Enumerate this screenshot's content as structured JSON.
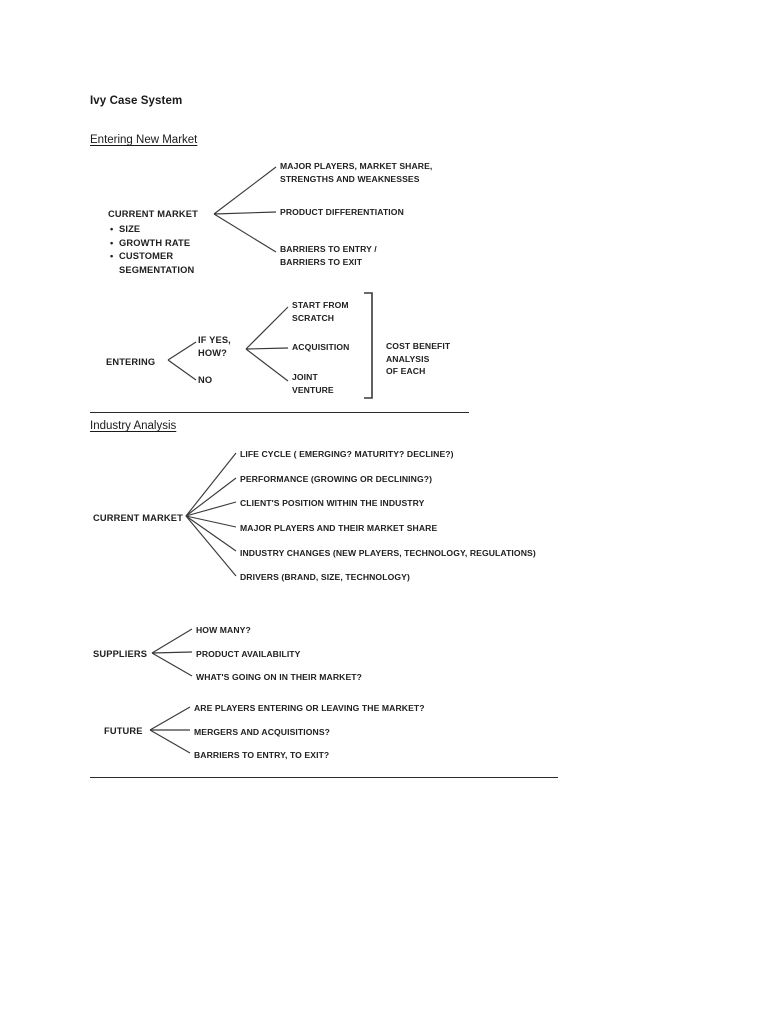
{
  "document": {
    "title": "Ivy Case System"
  },
  "sections": [
    {
      "heading": "Entering New Market",
      "diagrams": [
        {
          "root": "CURRENT MARKET",
          "bullets": [
            "SIZE",
            "GROWTH RATE",
            "CUSTOMER",
            "SEGMENTATION"
          ],
          "branches": [
            "MAJOR PLAYERS, MARKET SHARE, STRENGTHS AND WEAKNESSES",
            "PRODUCT DIFFERENTIATION",
            "BARRIERS TO ENTRY / BARRIERS TO EXIT"
          ]
        },
        {
          "root": "ENTERING",
          "branches": [
            "IF YES, HOW?",
            "NO"
          ],
          "sub_branches": [
            "START FROM SCRATCH",
            "ACQUISITION",
            "JOINT VENTURE"
          ],
          "group_label": "COST BENEFIT ANALYSIS OF EACH"
        }
      ]
    },
    {
      "heading": "Industry Analysis",
      "diagrams": [
        {
          "root": "CURRENT MARKET",
          "branches": [
            "LIFE CYCLE ( EMERGING? MATURITY? DECLINE?)",
            "PERFORMANCE (GROWING OR DECLINING?)",
            "CLIENT'S POSITION WITHIN THE INDUSTRY",
            "MAJOR PLAYERS AND THEIR MARKET SHARE",
            "INDUSTRY CHANGES (NEW PLAYERS, TECHNOLOGY, REGULATIONS)",
            "DRIVERS (BRAND, SIZE, TECHNOLOGY)"
          ]
        },
        {
          "root": "SUPPLIERS",
          "branches": [
            "HOW MANY?",
            "PRODUCT AVAILABILITY",
            "WHAT'S GOING ON IN THEIR MARKET?"
          ]
        },
        {
          "root": "FUTURE",
          "branches": [
            "ARE PLAYERS ENTERING OR LEAVING THE MARKET?",
            "MERGERS AND ACQUISITIONS?",
            "BARRIERS TO ENTRY, TO EXIT?"
          ]
        }
      ]
    }
  ],
  "entering_lines": {
    "leaf0_a": "START FROM",
    "leaf0_b": "SCRATCH",
    "leaf2_a": "JOINT",
    "leaf2_b": "VENTURE",
    "cost_a": "COST BENEFIT",
    "cost_b": "ANALYSIS",
    "cost_c": "OF EACH",
    "yes_a": "IF YES,",
    "yes_b": "HOW?"
  },
  "current_market_lines": {
    "leaf0_a": "MAJOR PLAYERS, MARKET SHARE,",
    "leaf0_b": "STRENGTHS AND WEAKNESSES",
    "leaf2_a": "BARRIERS TO ENTRY /",
    "leaf2_b": "BARRIERS TO EXIT"
  },
  "colors": {
    "ink": "#202020",
    "line": "#3a3a3a",
    "page": "#ffffff"
  }
}
